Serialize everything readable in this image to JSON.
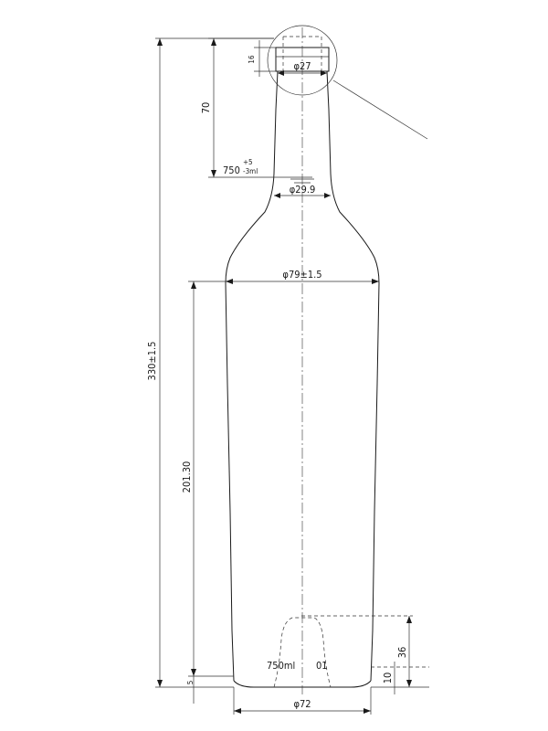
{
  "dimensions": {
    "total_height": "330±1.5",
    "neck_height": "70",
    "cap_height": "16",
    "cap_diameter": "φ27",
    "fill_level_base": "750",
    "fill_level_tol_upper": "+5",
    "fill_level_tol_lower": "-3ml",
    "neck_diameter": "φ29.9",
    "shoulder_diameter": "φ79±1.5",
    "body_height": "201.30",
    "base_diameter": "φ72",
    "punt_height": "36",
    "base_ring_height": "10",
    "base_offset": "5"
  },
  "base_marks": {
    "capacity": "750ml",
    "mold_number": "01"
  }
}
